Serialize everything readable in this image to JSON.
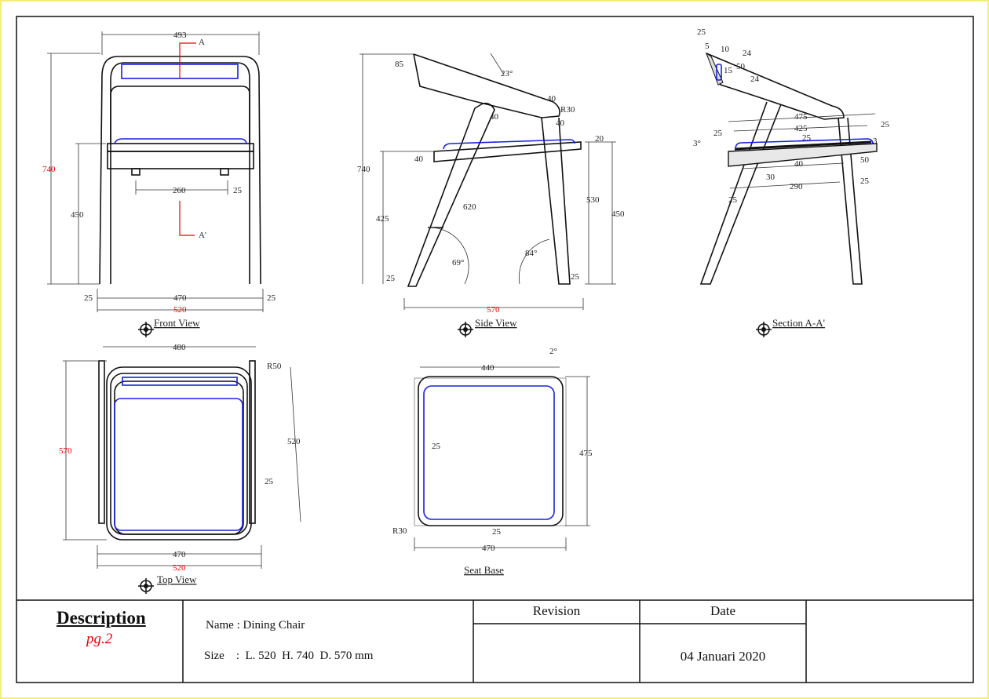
{
  "front_view": {
    "title": "Front View",
    "section_a": "A",
    "section_a2": "A'",
    "dims": [
      "493",
      "740",
      "450",
      "260",
      "25",
      "25",
      "470",
      "25",
      "520"
    ]
  },
  "side_view": {
    "title": "Side View",
    "dims": [
      "85",
      "23°",
      "40",
      "R30",
      "40",
      "40",
      "740",
      "40",
      "20",
      "620",
      "530",
      "450",
      "425",
      "69°",
      "84°",
      "25",
      "25",
      "570"
    ]
  },
  "section_view": {
    "title": "Section A-A'",
    "dims": [
      "25",
      "5",
      "10",
      "24",
      "15",
      "50",
      "24",
      "475",
      "425",
      "25",
      "25",
      "25",
      "3°",
      "3",
      "40",
      "50",
      "30",
      "290",
      "25",
      "25"
    ]
  },
  "top_view": {
    "title": "Top View",
    "dims": [
      "480",
      "R50",
      "570",
      "520",
      "25",
      "470",
      "520"
    ]
  },
  "seat_base": {
    "title": "Seat Base",
    "dims": [
      "2°",
      "440",
      "475",
      "25",
      "R30",
      "25",
      "470"
    ]
  },
  "title_block": {
    "description": "Description",
    "page": "pg.2",
    "name": "Name : Dining Chair",
    "size": "Size    :  L. 520  H. 740  D. 570 mm",
    "revision_header": "Revision",
    "date_header": "Date",
    "date": "04 Januari 2020"
  },
  "colors": {
    "outline": "#111111",
    "cushion": "#1520e0",
    "highlight_dim": "#e00000"
  }
}
